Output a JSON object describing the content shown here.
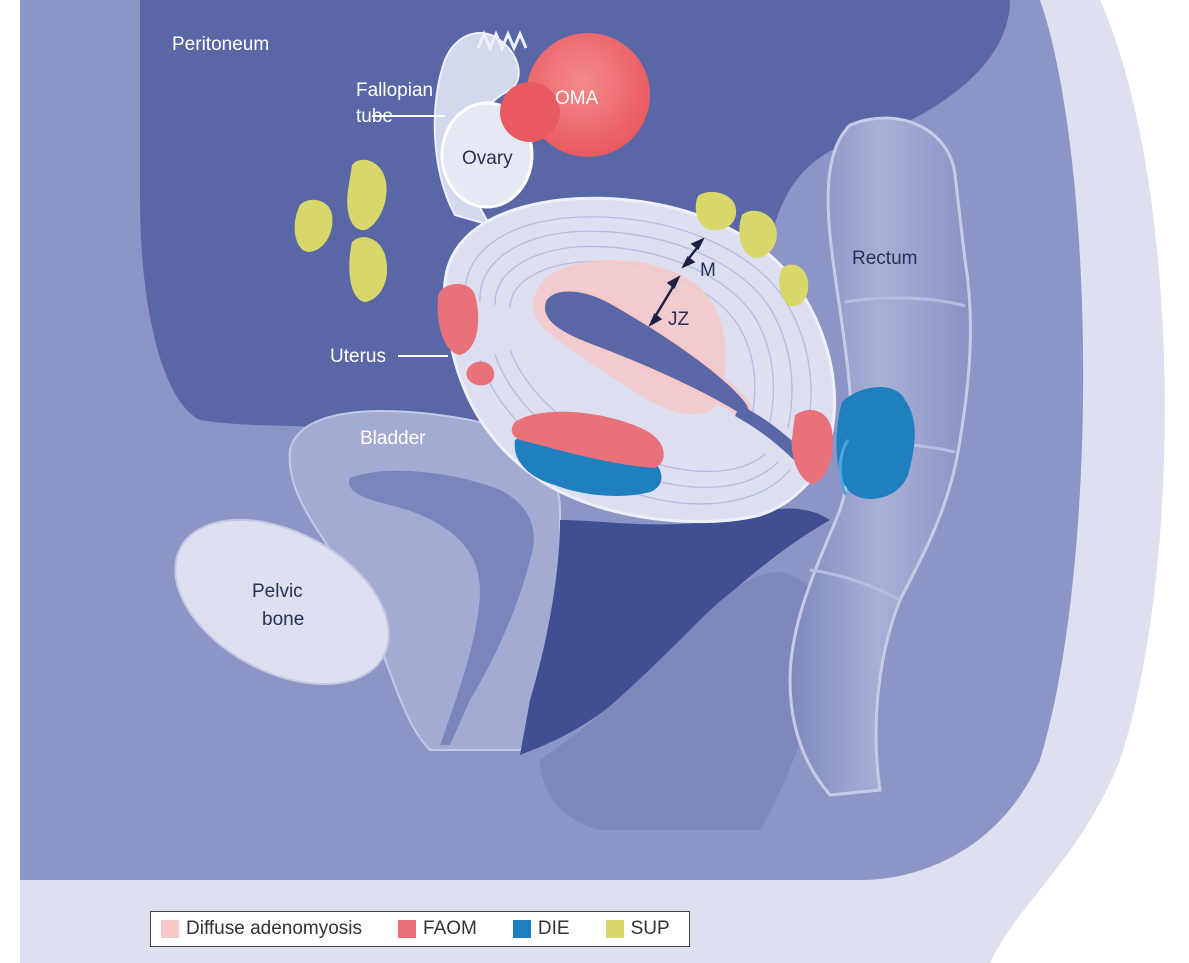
{
  "labels": {
    "peritoneum": "Peritoneum",
    "fallopian_tube_line1": "Fallopian",
    "fallopian_tube_line2": "tube",
    "ovary": "Ovary",
    "oma": "OMA",
    "uterus": "Uterus",
    "bladder": "Bladder",
    "pelvic_bone_line1": "Pelvic",
    "pelvic_bone_line2": "bone",
    "rectum": "Rectum",
    "m": "M",
    "jz": "JZ"
  },
  "legend": [
    {
      "label": "Diffuse adenomyosis",
      "color": "#f6c8c8"
    },
    {
      "label": "FAOM",
      "color": "#e9727a"
    },
    {
      "label": "DIE",
      "color": "#1f7fbf"
    },
    {
      "label": "SUP",
      "color": "#d8d86a"
    }
  ],
  "colors": {
    "background": "#dde0ef",
    "cavity": "#5a67a6",
    "tissue": "#8a92c4",
    "uterus": "#dcdff0",
    "oma": "#ee6a6e",
    "faom": "#e9727a",
    "die": "#1f7fbf",
    "sup": "#d8d86a"
  }
}
